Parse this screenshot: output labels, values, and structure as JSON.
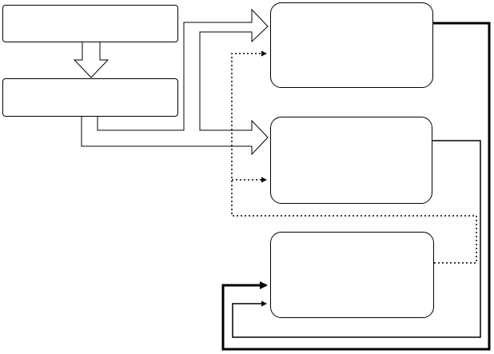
{
  "diagram": {
    "nodes": [
      {
        "id": "input-box-1",
        "label": ""
      },
      {
        "id": "input-box-2",
        "label": ""
      },
      {
        "id": "target-box-1",
        "label": ""
      },
      {
        "id": "target-box-2",
        "label": ""
      },
      {
        "id": "target-box-3",
        "label": ""
      }
    ],
    "connectors": [
      {
        "from": "input-box-1",
        "to": "input-box-2",
        "style": "hollow-block-arrow"
      },
      {
        "from": "input-box-2",
        "to": "target-box-1",
        "style": "hollow-block-arrow"
      },
      {
        "from": "input-box-2",
        "to": "target-box-2",
        "style": "hollow-block-arrow"
      },
      {
        "from": "target-box-3",
        "to": "target-box-1",
        "style": "dotted"
      },
      {
        "from": "target-box-3",
        "to": "target-box-2",
        "style": "dotted"
      },
      {
        "from": "target-box-1",
        "to": "target-box-3",
        "style": "thick-solid"
      },
      {
        "from": "target-box-2",
        "to": "target-box-3",
        "style": "thin-solid"
      }
    ],
    "colors": {
      "line": "#000000",
      "background": "#ffffff"
    }
  }
}
